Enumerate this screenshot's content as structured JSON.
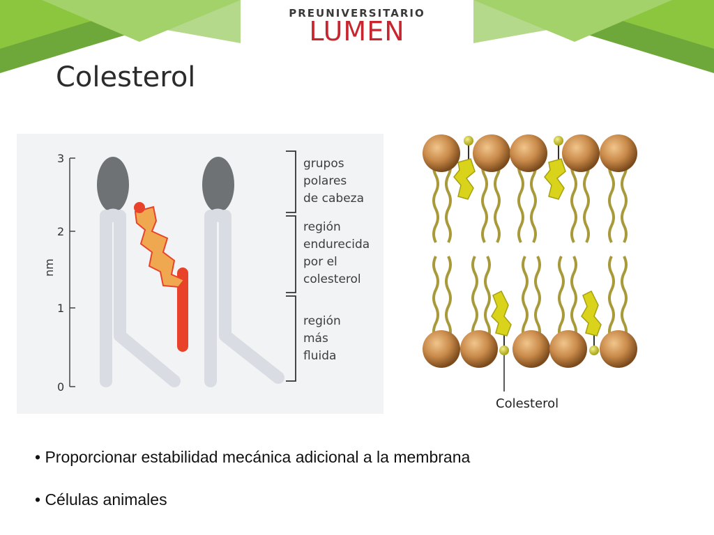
{
  "logo": {
    "top": "PREUNIVERSITARIO",
    "main": "LUMEN"
  },
  "title": "Colesterol",
  "left_diagram": {
    "axis_label": "nm",
    "ticks": [
      "3",
      "2",
      "1",
      "0"
    ],
    "regions": [
      {
        "lines": [
          "grupos",
          "polares",
          "de cabeza"
        ]
      },
      {
        "lines": [
          "región",
          "endurecida",
          "por el",
          "colesterol"
        ]
      },
      {
        "lines": [
          "región",
          "más",
          "fluida"
        ]
      }
    ]
  },
  "right_diagram": {
    "label": "Colesterol"
  },
  "bullets": [
    "• Proporcionar estabilidad mecánica adicional a la membrana",
    "• Células animales"
  ],
  "colors": {
    "header_green": "#8cc63f",
    "header_dark_green": "#6ea83a",
    "header_light_green": "#b5d98a",
    "logo_red": "#c8262f",
    "cholesterol_orange": "#f0a850",
    "cholesterol_red": "#e8432a",
    "lipid_head_gray": "#6f7275",
    "lipid_tail_gray": "#d9dde3",
    "sphere_copper": "#c98a4a",
    "tail_olive": "#a89a3a",
    "sterol_yellow": "#d9d31c"
  }
}
